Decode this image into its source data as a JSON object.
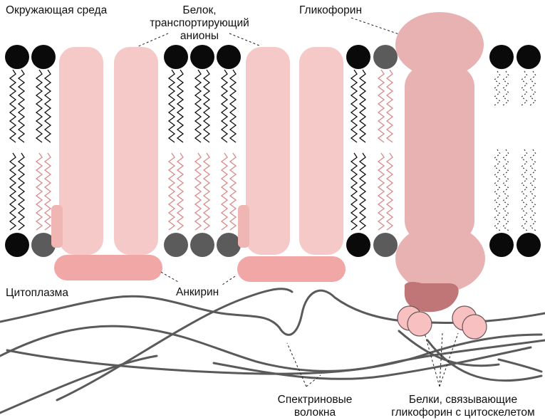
{
  "labels": {
    "environment": "Окружающая среда",
    "cytoplasm": "Цитоплазма",
    "anion_transporter_line1": "Белок,",
    "anion_transporter_line2": "транспортирующий",
    "anion_transporter_line3": "анионы",
    "glycophorin": "Гликофорин",
    "ankyrin": "Анкирин",
    "spectrin_line1": "Спектриновые",
    "spectrin_line2": "волокна",
    "linker_line1": "Белки, связывающие",
    "linker_line2": "гликофорин с цитоскелетом"
  },
  "colors": {
    "protein": "#f5c9c7",
    "protein_edge": "#efb4b2",
    "ankyrin": "#f1a7a6",
    "glycophorin": "#e9b2b2",
    "linker_dark": "#c07676",
    "linker_light": "#f8c0c0",
    "spectrin": "#5a5a5a",
    "lipid_head_dark": "#0a0a0a",
    "lipid_head_gray": "#5b5b5b",
    "tail_black": "#111111",
    "tail_pink": "#d98a8a"
  }
}
